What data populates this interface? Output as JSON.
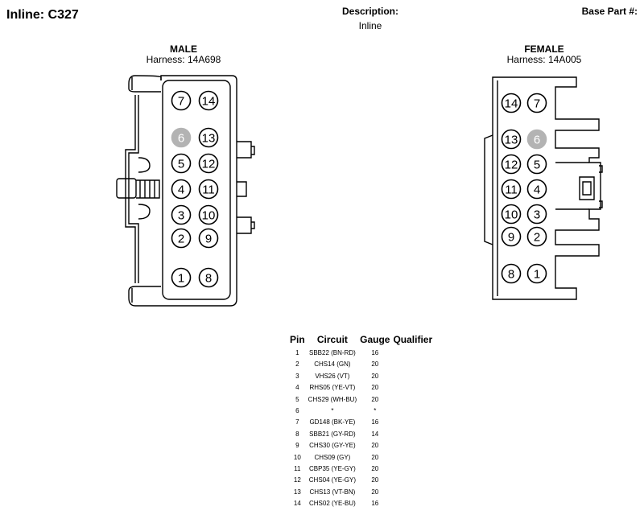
{
  "header": {
    "title": "Inline: C327",
    "description_label": "Description:",
    "description_value": "Inline",
    "base_part_label": "Base Part #:"
  },
  "male": {
    "gender": "MALE",
    "harness": "Harness: 14A698"
  },
  "female": {
    "gender": "FEMALE",
    "harness": "Harness: 14A005"
  },
  "colors": {
    "inactive_pin": "#b3b3b3",
    "line": "#000000"
  },
  "table": {
    "headers": {
      "pin": "Pin",
      "circuit": "Circuit",
      "gauge": "Gauge",
      "qualifier": "Qualifier"
    },
    "rows": [
      {
        "pin": "1",
        "circuit": "SBB22 (BN-RD)",
        "gauge": "16",
        "qualifier": ""
      },
      {
        "pin": "2",
        "circuit": "CHS14 (GN)",
        "gauge": "20",
        "qualifier": ""
      },
      {
        "pin": "3",
        "circuit": "VHS26 (VT)",
        "gauge": "20",
        "qualifier": ""
      },
      {
        "pin": "4",
        "circuit": "RHS05 (YE-VT)",
        "gauge": "20",
        "qualifier": ""
      },
      {
        "pin": "5",
        "circuit": "CHS29 (WH-BU)",
        "gauge": "20",
        "qualifier": ""
      },
      {
        "pin": "6",
        "circuit": "*",
        "gauge": "*",
        "qualifier": ""
      },
      {
        "pin": "7",
        "circuit": "GD148 (BK-YE)",
        "gauge": "16",
        "qualifier": ""
      },
      {
        "pin": "8",
        "circuit": "SBB21 (GY-RD)",
        "gauge": "14",
        "qualifier": ""
      },
      {
        "pin": "9",
        "circuit": "CHS30 (GY-YE)",
        "gauge": "20",
        "qualifier": ""
      },
      {
        "pin": "10",
        "circuit": "CHS09 (GY)",
        "gauge": "20",
        "qualifier": ""
      },
      {
        "pin": "11",
        "circuit": "CBP35 (YE-GY)",
        "gauge": "20",
        "qualifier": ""
      },
      {
        "pin": "12",
        "circuit": "CHS04 (YE-GY)",
        "gauge": "20",
        "qualifier": ""
      },
      {
        "pin": "13",
        "circuit": "CHS13 (VT-BN)",
        "gauge": "20",
        "qualifier": ""
      },
      {
        "pin": "14",
        "circuit": "CHS02 (YE-BU)",
        "gauge": "16",
        "qualifier": ""
      }
    ]
  },
  "pins": {
    "male_left": [
      "7",
      "6",
      "5",
      "4",
      "3",
      "2",
      "1"
    ],
    "male_right": [
      "14",
      "13",
      "12",
      "11",
      "10",
      "9",
      "8"
    ],
    "female_left": [
      "14",
      "13",
      "12",
      "11",
      "10",
      "9",
      "8"
    ],
    "female_right": [
      "7",
      "6",
      "5",
      "4",
      "3",
      "2",
      "1"
    ],
    "inactive": [
      "6"
    ]
  }
}
